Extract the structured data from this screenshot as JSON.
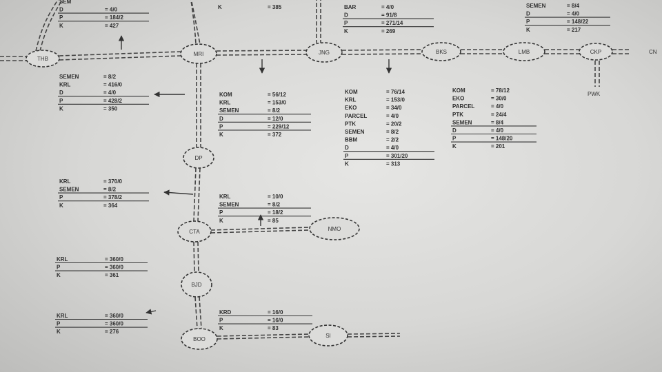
{
  "nodes": [
    {
      "id": "THB",
      "label": "THB"
    },
    {
      "id": "MRI",
      "label": "MRI"
    },
    {
      "id": "JNG",
      "label": "JNG"
    },
    {
      "id": "BKS",
      "label": "BKS"
    },
    {
      "id": "LMB",
      "label": "LMB"
    },
    {
      "id": "CKP",
      "label": "CKP"
    },
    {
      "id": "DP",
      "label": "DP"
    },
    {
      "id": "CTA",
      "label": "CTA"
    },
    {
      "id": "NMO",
      "label": "NMO"
    },
    {
      "id": "BJD",
      "label": "BJD"
    },
    {
      "id": "BOO",
      "label": "BOO"
    },
    {
      "id": "SI",
      "label": "SI"
    }
  ],
  "labels": [
    {
      "id": "PWK",
      "text": "PWK"
    },
    {
      "id": "CN",
      "text": "CN"
    }
  ],
  "tables": [
    {
      "id": "t_top_left",
      "rows": [
        {
          "k": "SEM",
          "v": "",
          "line": false
        },
        {
          "k": "D",
          "v": "= 4/0",
          "line": true
        },
        {
          "k": "P",
          "v": "= 184/2",
          "line": true
        },
        {
          "k": "K",
          "v": "= 427",
          "line": false
        }
      ]
    },
    {
      "id": "t_top_mri",
      "rows": [
        {
          "k": "K",
          "v": "= 385",
          "line": false
        }
      ]
    },
    {
      "id": "t_top_jng",
      "rows": [
        {
          "k": "BAR",
          "v": "= 4/0",
          "line": false
        },
        {
          "k": "D",
          "v": "= 91/8",
          "line": true
        },
        {
          "k": "P",
          "v": "= 271/14",
          "line": true
        },
        {
          "k": "K",
          "v": "= 269",
          "line": false
        }
      ]
    },
    {
      "id": "t_top_right",
      "rows": [
        {
          "k": "SEMEN",
          "v": "= 8/4",
          "line": false
        },
        {
          "k": "D",
          "v": "= 4/0",
          "line": true
        },
        {
          "k": "P",
          "v": "= 148/22",
          "line": true
        },
        {
          "k": "K",
          "v": "= 217",
          "line": false
        }
      ]
    },
    {
      "id": "t_thb_mri",
      "rows": [
        {
          "k": "SEMEN",
          "v": "= 8/2",
          "line": false
        },
        {
          "k": "KRL",
          "v": "= 416/0",
          "line": false
        },
        {
          "k": "D",
          "v": "= 4/0",
          "line": true
        },
        {
          "k": "P",
          "v": "= 428/2",
          "line": true
        },
        {
          "k": "K",
          "v": "= 350",
          "line": false
        }
      ]
    },
    {
      "id": "t_mri_dp",
      "rows": [
        {
          "k": "KOM",
          "v": "= 56/12",
          "line": false
        },
        {
          "k": "KRL",
          "v": "= 153/0",
          "line": false
        },
        {
          "k": "SEMEN",
          "v": "= 8/2",
          "line": true
        },
        {
          "k": "D",
          "v": "= 12/0",
          "line": true
        },
        {
          "k": "P",
          "v": "= 229/12",
          "line": true
        },
        {
          "k": "K",
          "v": "= 372",
          "line": false
        }
      ]
    },
    {
      "id": "t_jng_mid",
      "rows": [
        {
          "k": "KOM",
          "v": "= 76/14",
          "line": false
        },
        {
          "k": "KRL",
          "v": "= 153/0",
          "line": false
        },
        {
          "k": "EKO",
          "v": "= 34/0",
          "line": false
        },
        {
          "k": "PARCEL",
          "v": "= 4/0",
          "line": false
        },
        {
          "k": "PTK",
          "v": "= 20/2",
          "line": false
        },
        {
          "k": "SEMEN",
          "v": "= 8/2",
          "line": false
        },
        {
          "k": "BBM",
          "v": "= 2/2",
          "line": false
        },
        {
          "k": "D",
          "v": "= 4/0",
          "line": true
        },
        {
          "k": "P",
          "v": "= 301/20",
          "line": true
        },
        {
          "k": "K",
          "v": "= 313",
          "line": false
        }
      ]
    },
    {
      "id": "t_bks_mid",
      "rows": [
        {
          "k": "KOM",
          "v": "= 78/12",
          "line": false
        },
        {
          "k": "EKO",
          "v": "= 30/0",
          "line": false
        },
        {
          "k": "PARCEL",
          "v": "= 4/0",
          "line": false
        },
        {
          "k": "PTK",
          "v": "= 24/4",
          "line": false
        },
        {
          "k": "SEMEN",
          "v": "= 8/4",
          "line": true
        },
        {
          "k": "D",
          "v": "= 4/0",
          "line": true
        },
        {
          "k": "P",
          "v": "= 148/20",
          "line": true
        },
        {
          "k": "K",
          "v": "= 201",
          "line": false
        }
      ]
    },
    {
      "id": "t_dp_left",
      "rows": [
        {
          "k": "KRL",
          "v": "= 370/0",
          "line": false
        },
        {
          "k": "SEMEN",
          "v": "= 8/2",
          "line": true
        },
        {
          "k": "P",
          "v": "= 378/2",
          "line": true
        },
        {
          "k": "K",
          "v": "= 364",
          "line": false
        }
      ]
    },
    {
      "id": "t_cta_mid",
      "rows": [
        {
          "k": "KRL",
          "v": "= 10/0",
          "line": false
        },
        {
          "k": "SEMEN",
          "v": "= 8/2",
          "line": true
        },
        {
          "k": "P",
          "v": "= 18/2",
          "line": true
        },
        {
          "k": "K",
          "v": "= 85",
          "line": false
        }
      ]
    },
    {
      "id": "t_bjd_left",
      "rows": [
        {
          "k": "KRL",
          "v": "= 360/0",
          "line": true
        },
        {
          "k": "P",
          "v": "= 360/0",
          "line": true
        },
        {
          "k": "K",
          "v": "= 361",
          "line": false
        }
      ]
    },
    {
      "id": "t_boo_left",
      "rows": [
        {
          "k": "KRL",
          "v": "= 360/0",
          "line": true
        },
        {
          "k": "P",
          "v": "= 360/0",
          "line": true
        },
        {
          "k": "K",
          "v": "= 276",
          "line": false
        }
      ]
    },
    {
      "id": "t_boo_mid",
      "rows": [
        {
          "k": "KRD",
          "v": "= 16/0",
          "line": true
        },
        {
          "k": "P",
          "v": "= 16/0",
          "line": true
        },
        {
          "k": "K",
          "v": "= 83",
          "line": false
        }
      ]
    }
  ]
}
